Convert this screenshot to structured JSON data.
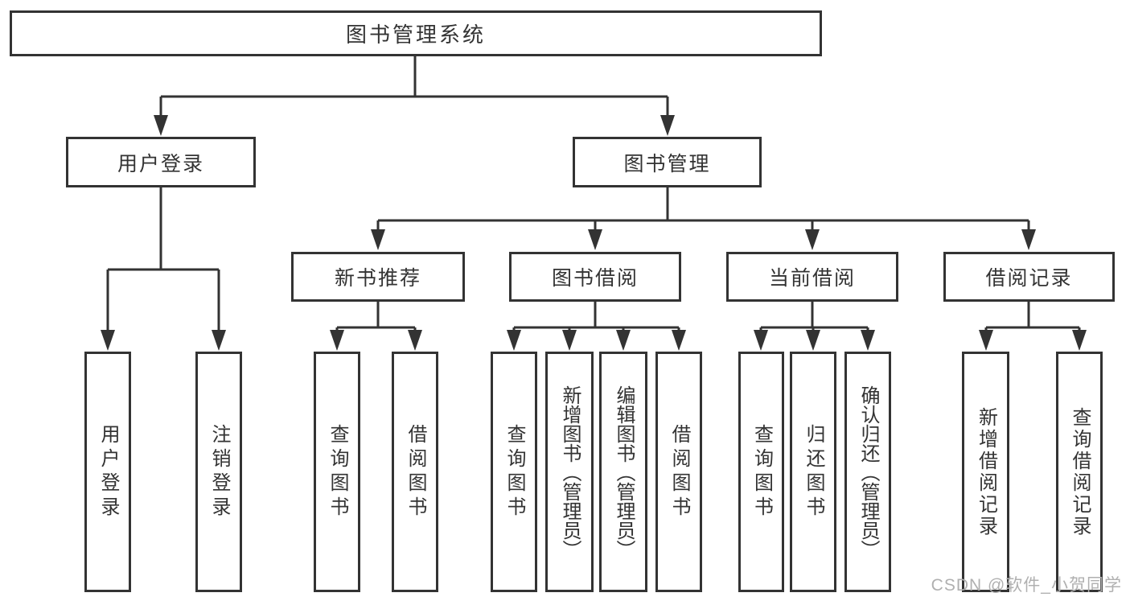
{
  "tree": {
    "root": "图书管理系统",
    "login": {
      "label": "用户登录",
      "children": [
        "用户登录",
        "注销登录"
      ]
    },
    "mgmt": {
      "label": "图书管理",
      "sections": [
        {
          "label": "新书推荐",
          "children": [
            "查询图书",
            "借阅图书"
          ]
        },
        {
          "label": "图书借阅",
          "children": [
            "查询图书",
            "新增图书（管理员）",
            "编辑图书（管理员）",
            "借阅图书"
          ]
        },
        {
          "label": "当前借阅",
          "children": [
            "查询图书",
            "归还图书",
            "确认归还（管理员）"
          ]
        },
        {
          "label": "借阅记录",
          "children": [
            "新增借阅记录",
            "查询借阅记录"
          ]
        }
      ]
    }
  },
  "watermark": "CSDN @软件_小贺同学",
  "colors": {
    "border": "#333333",
    "text": "#333333",
    "line": "#333333",
    "watermark": "#b0b0b0"
  }
}
